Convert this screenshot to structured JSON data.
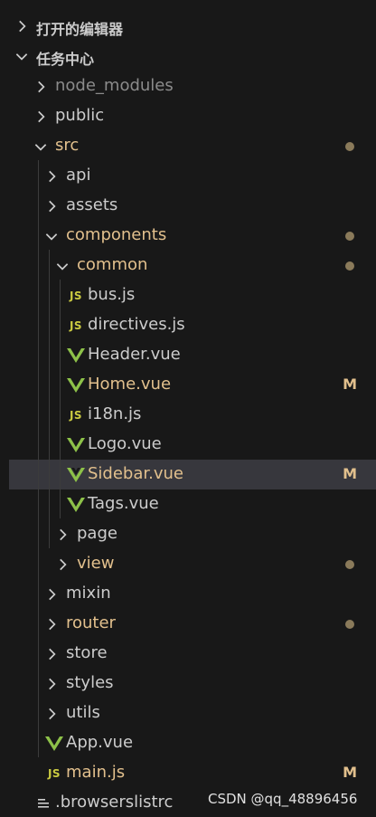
{
  "sections": {
    "open_editors": "打开的编辑器",
    "workspace": "任务中心"
  },
  "tree": [
    {
      "label": "node_modules",
      "kind": "folder",
      "depth": 1,
      "expanded": false,
      "color": "gray",
      "status": ""
    },
    {
      "label": "public",
      "kind": "folder",
      "depth": 1,
      "expanded": false,
      "color": "white",
      "status": ""
    },
    {
      "label": "src",
      "kind": "folder",
      "depth": 1,
      "expanded": true,
      "color": "orange",
      "status": "dot"
    },
    {
      "label": "api",
      "kind": "folder",
      "depth": 2,
      "expanded": false,
      "color": "white",
      "status": ""
    },
    {
      "label": "assets",
      "kind": "folder",
      "depth": 2,
      "expanded": false,
      "color": "white",
      "status": ""
    },
    {
      "label": "components",
      "kind": "folder",
      "depth": 2,
      "expanded": true,
      "color": "orange",
      "status": "dot"
    },
    {
      "label": "common",
      "kind": "folder",
      "depth": 3,
      "expanded": true,
      "color": "orange",
      "status": "dot"
    },
    {
      "label": "bus.js",
      "kind": "js",
      "depth": 4,
      "color": "white",
      "status": ""
    },
    {
      "label": "directives.js",
      "kind": "js",
      "depth": 4,
      "color": "white",
      "status": ""
    },
    {
      "label": "Header.vue",
      "kind": "vue",
      "depth": 4,
      "color": "white",
      "status": ""
    },
    {
      "label": "Home.vue",
      "kind": "vue",
      "depth": 4,
      "color": "orange",
      "status": "M"
    },
    {
      "label": "i18n.js",
      "kind": "js",
      "depth": 4,
      "color": "white",
      "status": ""
    },
    {
      "label": "Logo.vue",
      "kind": "vue",
      "depth": 4,
      "color": "white",
      "status": ""
    },
    {
      "label": "Sidebar.vue",
      "kind": "vue",
      "depth": 4,
      "color": "orange",
      "status": "M",
      "selected": true
    },
    {
      "label": "Tags.vue",
      "kind": "vue",
      "depth": 4,
      "color": "white",
      "status": ""
    },
    {
      "label": "page",
      "kind": "folder",
      "depth": 3,
      "expanded": false,
      "color": "white",
      "status": ""
    },
    {
      "label": "view",
      "kind": "folder",
      "depth": 3,
      "expanded": false,
      "color": "orange",
      "status": "dot"
    },
    {
      "label": "mixin",
      "kind": "folder",
      "depth": 2,
      "expanded": false,
      "color": "white",
      "status": ""
    },
    {
      "label": "router",
      "kind": "folder",
      "depth": 2,
      "expanded": false,
      "color": "orange",
      "status": "dot"
    },
    {
      "label": "store",
      "kind": "folder",
      "depth": 2,
      "expanded": false,
      "color": "white",
      "status": ""
    },
    {
      "label": "styles",
      "kind": "folder",
      "depth": 2,
      "expanded": false,
      "color": "white",
      "status": ""
    },
    {
      "label": "utils",
      "kind": "folder",
      "depth": 2,
      "expanded": false,
      "color": "white",
      "status": ""
    },
    {
      "label": "App.vue",
      "kind": "vue",
      "depth": 2,
      "color": "white",
      "status": ""
    },
    {
      "label": "main.js",
      "kind": "js",
      "depth": 2,
      "color": "orange",
      "status": "M"
    },
    {
      "label": ".browserslistrc",
      "kind": "config",
      "depth": 1,
      "color": "white",
      "status": ""
    }
  ],
  "watermark": "CSDN @qq_48896456",
  "colors": {
    "background": "#181818",
    "selected": "#37373d",
    "modified": "#e2c08d",
    "js": "#cbcb41",
    "vue": "#8dc149"
  }
}
